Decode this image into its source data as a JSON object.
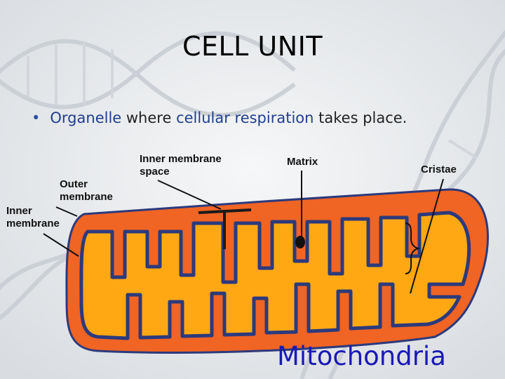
{
  "slide": {
    "title": "CELL UNIT",
    "bullet": {
      "term1": "Organelle",
      "text1": " where ",
      "term2": "cellular respiration",
      "text2": " takes place."
    }
  },
  "diagram": {
    "labels": {
      "outer_membrane": "Outer membrane",
      "inner_membrane": "Inner membrane",
      "intermembrane_space": "Inner membrane space",
      "matrix": "Matrix",
      "cristae": "Cristae"
    },
    "organelle_name": "Mitochondria",
    "colors": {
      "outer_membrane": "#f06424",
      "matrix": "#ffa814",
      "outline": "#2c3a7c",
      "name_text": "#1a1ab5",
      "highlight_text": "#1f3f8f"
    }
  }
}
